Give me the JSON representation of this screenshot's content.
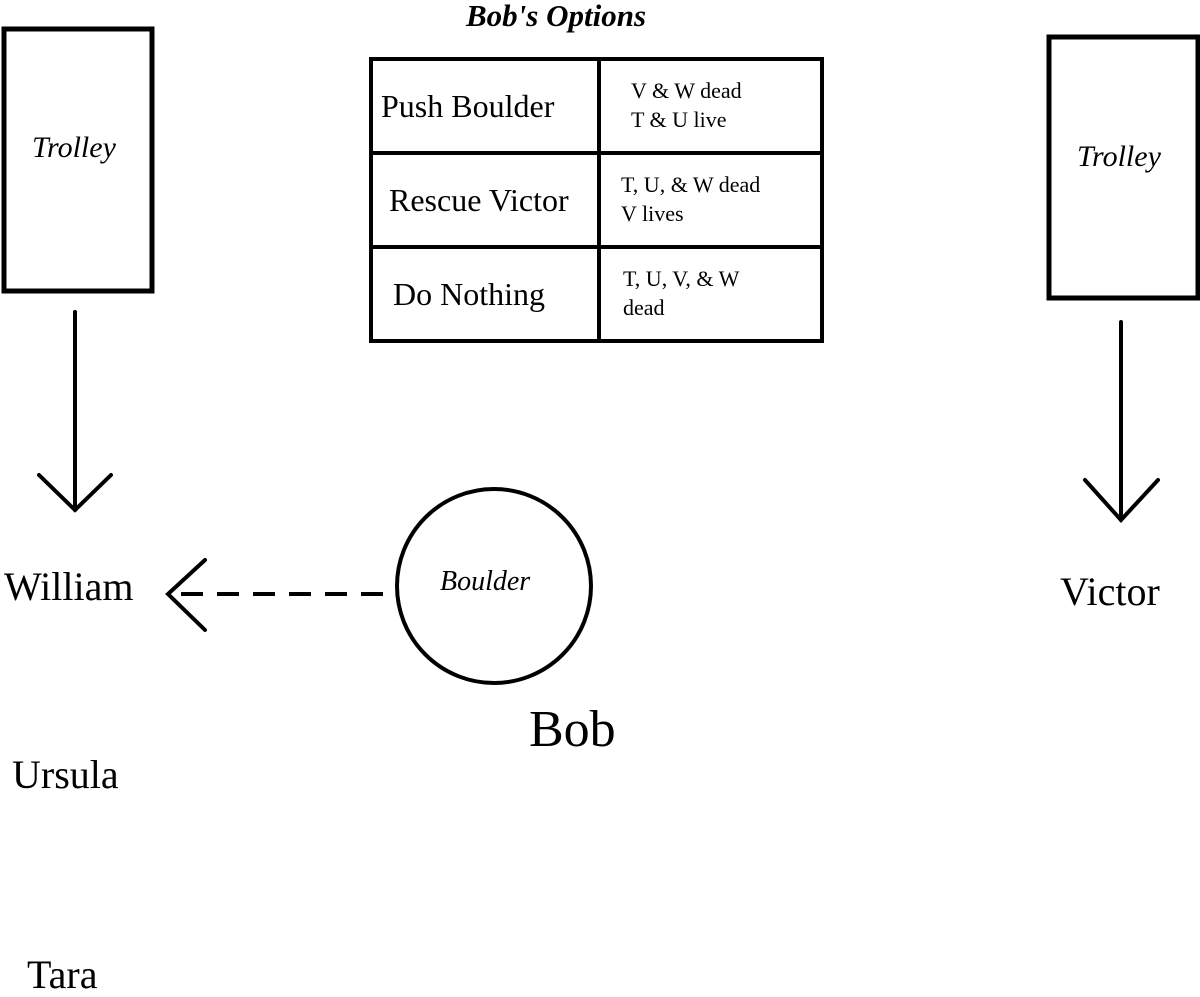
{
  "title": "Bob's Options",
  "options_table": {
    "rows": [
      {
        "option": "Push Boulder",
        "result_line1": "V & W dead",
        "result_line2": "T & U live"
      },
      {
        "option": "Rescue Victor",
        "result_line1": "T, U, & W dead",
        "result_line2": "V lives"
      },
      {
        "option": "Do Nothing",
        "result_line1": "T, U, V, & W",
        "result_line2": "dead"
      }
    ]
  },
  "left_trolley": {
    "label": "Trolley",
    "target": "William"
  },
  "right_trolley": {
    "label": "Trolley",
    "target": "Victor"
  },
  "boulder": {
    "label": "Boulder",
    "pushed_toward": "William"
  },
  "people": {
    "william": "William",
    "victor": "Victor",
    "ursula": "Ursula",
    "tara": "Tara",
    "bob": "Bob"
  }
}
